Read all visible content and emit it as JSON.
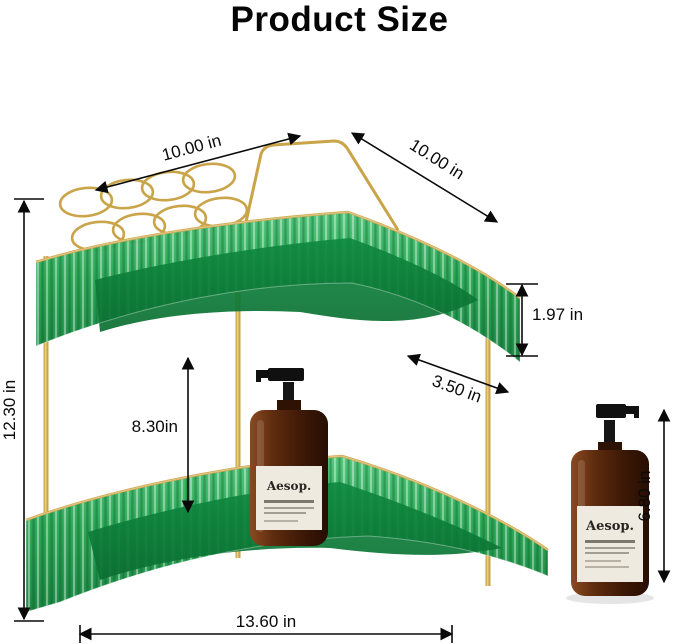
{
  "title": "Product Size",
  "dimensions": {
    "top_left_width": "10.00 in",
    "top_right_width": "10.00 in",
    "overall_height": "12.30 in",
    "rim_height": "1.97 in",
    "shelf_depth": "3.50 in",
    "between_tiers_height": "8.30in",
    "overall_width": "13.60 in",
    "bottle_height": "6.80 in"
  },
  "product": {
    "bottle_brand": "Aesop."
  },
  "colors": {
    "shelf_green": "#21a24d",
    "shelf_green_dark": "#0a6e31",
    "gold_accent": "#c9a449",
    "bottle_amber": "#5e2c0f",
    "dimension_line": "#0a0a0a"
  }
}
